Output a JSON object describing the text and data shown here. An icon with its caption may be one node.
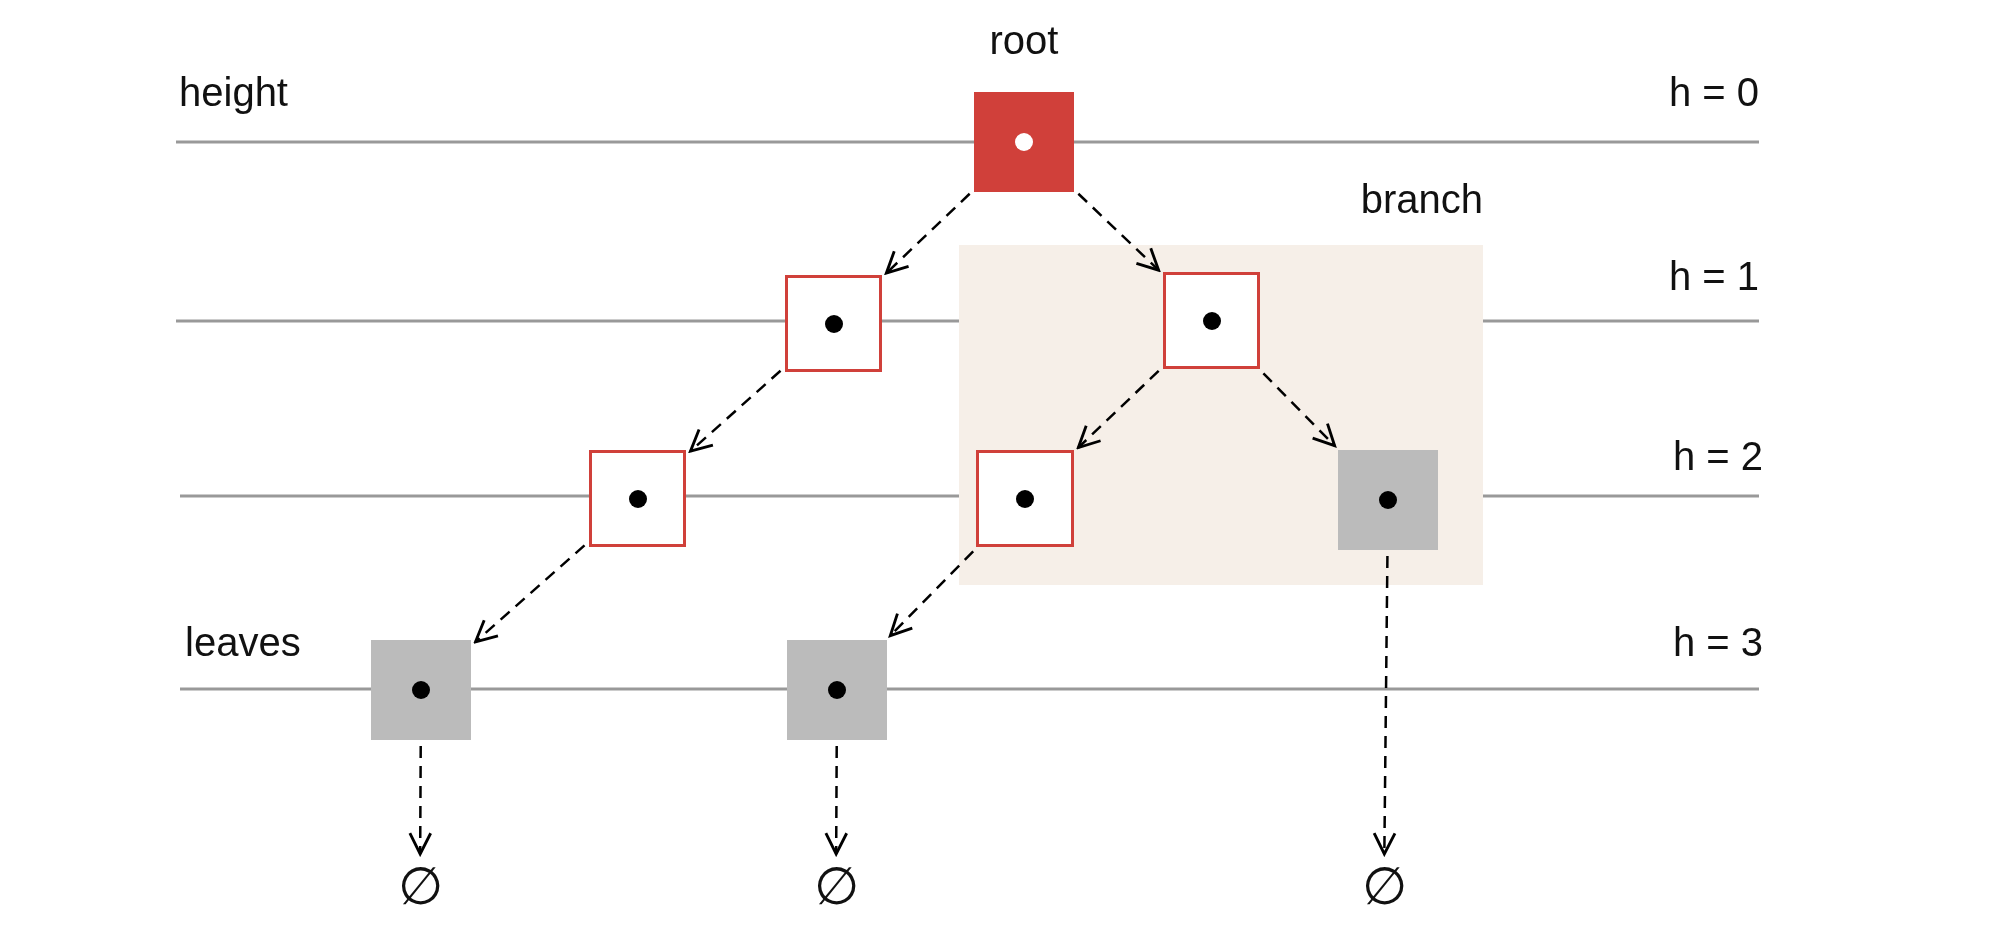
{
  "diagram": {
    "nodes": [
      {
        "text": [
          "root"
        ]
      },
      {
        "text": [
          "branch"
        ]
      },
      {
        "text": [],
        "shape": "box",
        "in": 1
      },
      {
        "text": [],
        "shape": "box",
        "in": 1
      },
      {
        "text": [],
        "shape": "box",
        "in": 1
      },
      {
        "text": [],
        "shape": "box"
      },
      {
        "text": [],
        "shape": "box"
      },
      {
        "text": [],
        "shape": "box"
      },
      {
        "text": [],
        "shape": "box"
      },
      {
        "text": [
          "∅"
        ]
      },
      {
        "text": [
          "∅"
        ]
      },
      {
        "text": [
          "∅"
        ]
      }
    ],
    "edges": [
      {
        "from": 0,
        "to": 5,
        "arrow": "to",
        "style": "dashed"
      },
      {
        "from": 0,
        "to": 2,
        "arrow": "to",
        "style": "dashed"
      },
      {
        "from": 5,
        "to": 6,
        "arrow": "to",
        "style": "dashed"
      },
      {
        "from": 2,
        "to": 3,
        "arrow": "to",
        "style": "dashed"
      },
      {
        "from": 2,
        "to": 4,
        "arrow": "to",
        "style": "dashed"
      },
      {
        "from": 6,
        "to": 7,
        "arrow": "to",
        "style": "dashed"
      },
      {
        "from": 3,
        "to": 8,
        "arrow": "to",
        "style": "dashed"
      },
      {
        "from": 7,
        "to": 9,
        "arrow": "to",
        "style": "dashed"
      },
      {
        "from": 8,
        "to": 10,
        "arrow": "to",
        "style": "dashed"
      },
      {
        "from": 4,
        "to": 11,
        "arrow": "to",
        "style": "dashed"
      }
    ],
    "labels": [
      "height",
      "h = 0",
      "h = 1",
      "h = 2",
      "leaves",
      "h = 3"
    ]
  }
}
